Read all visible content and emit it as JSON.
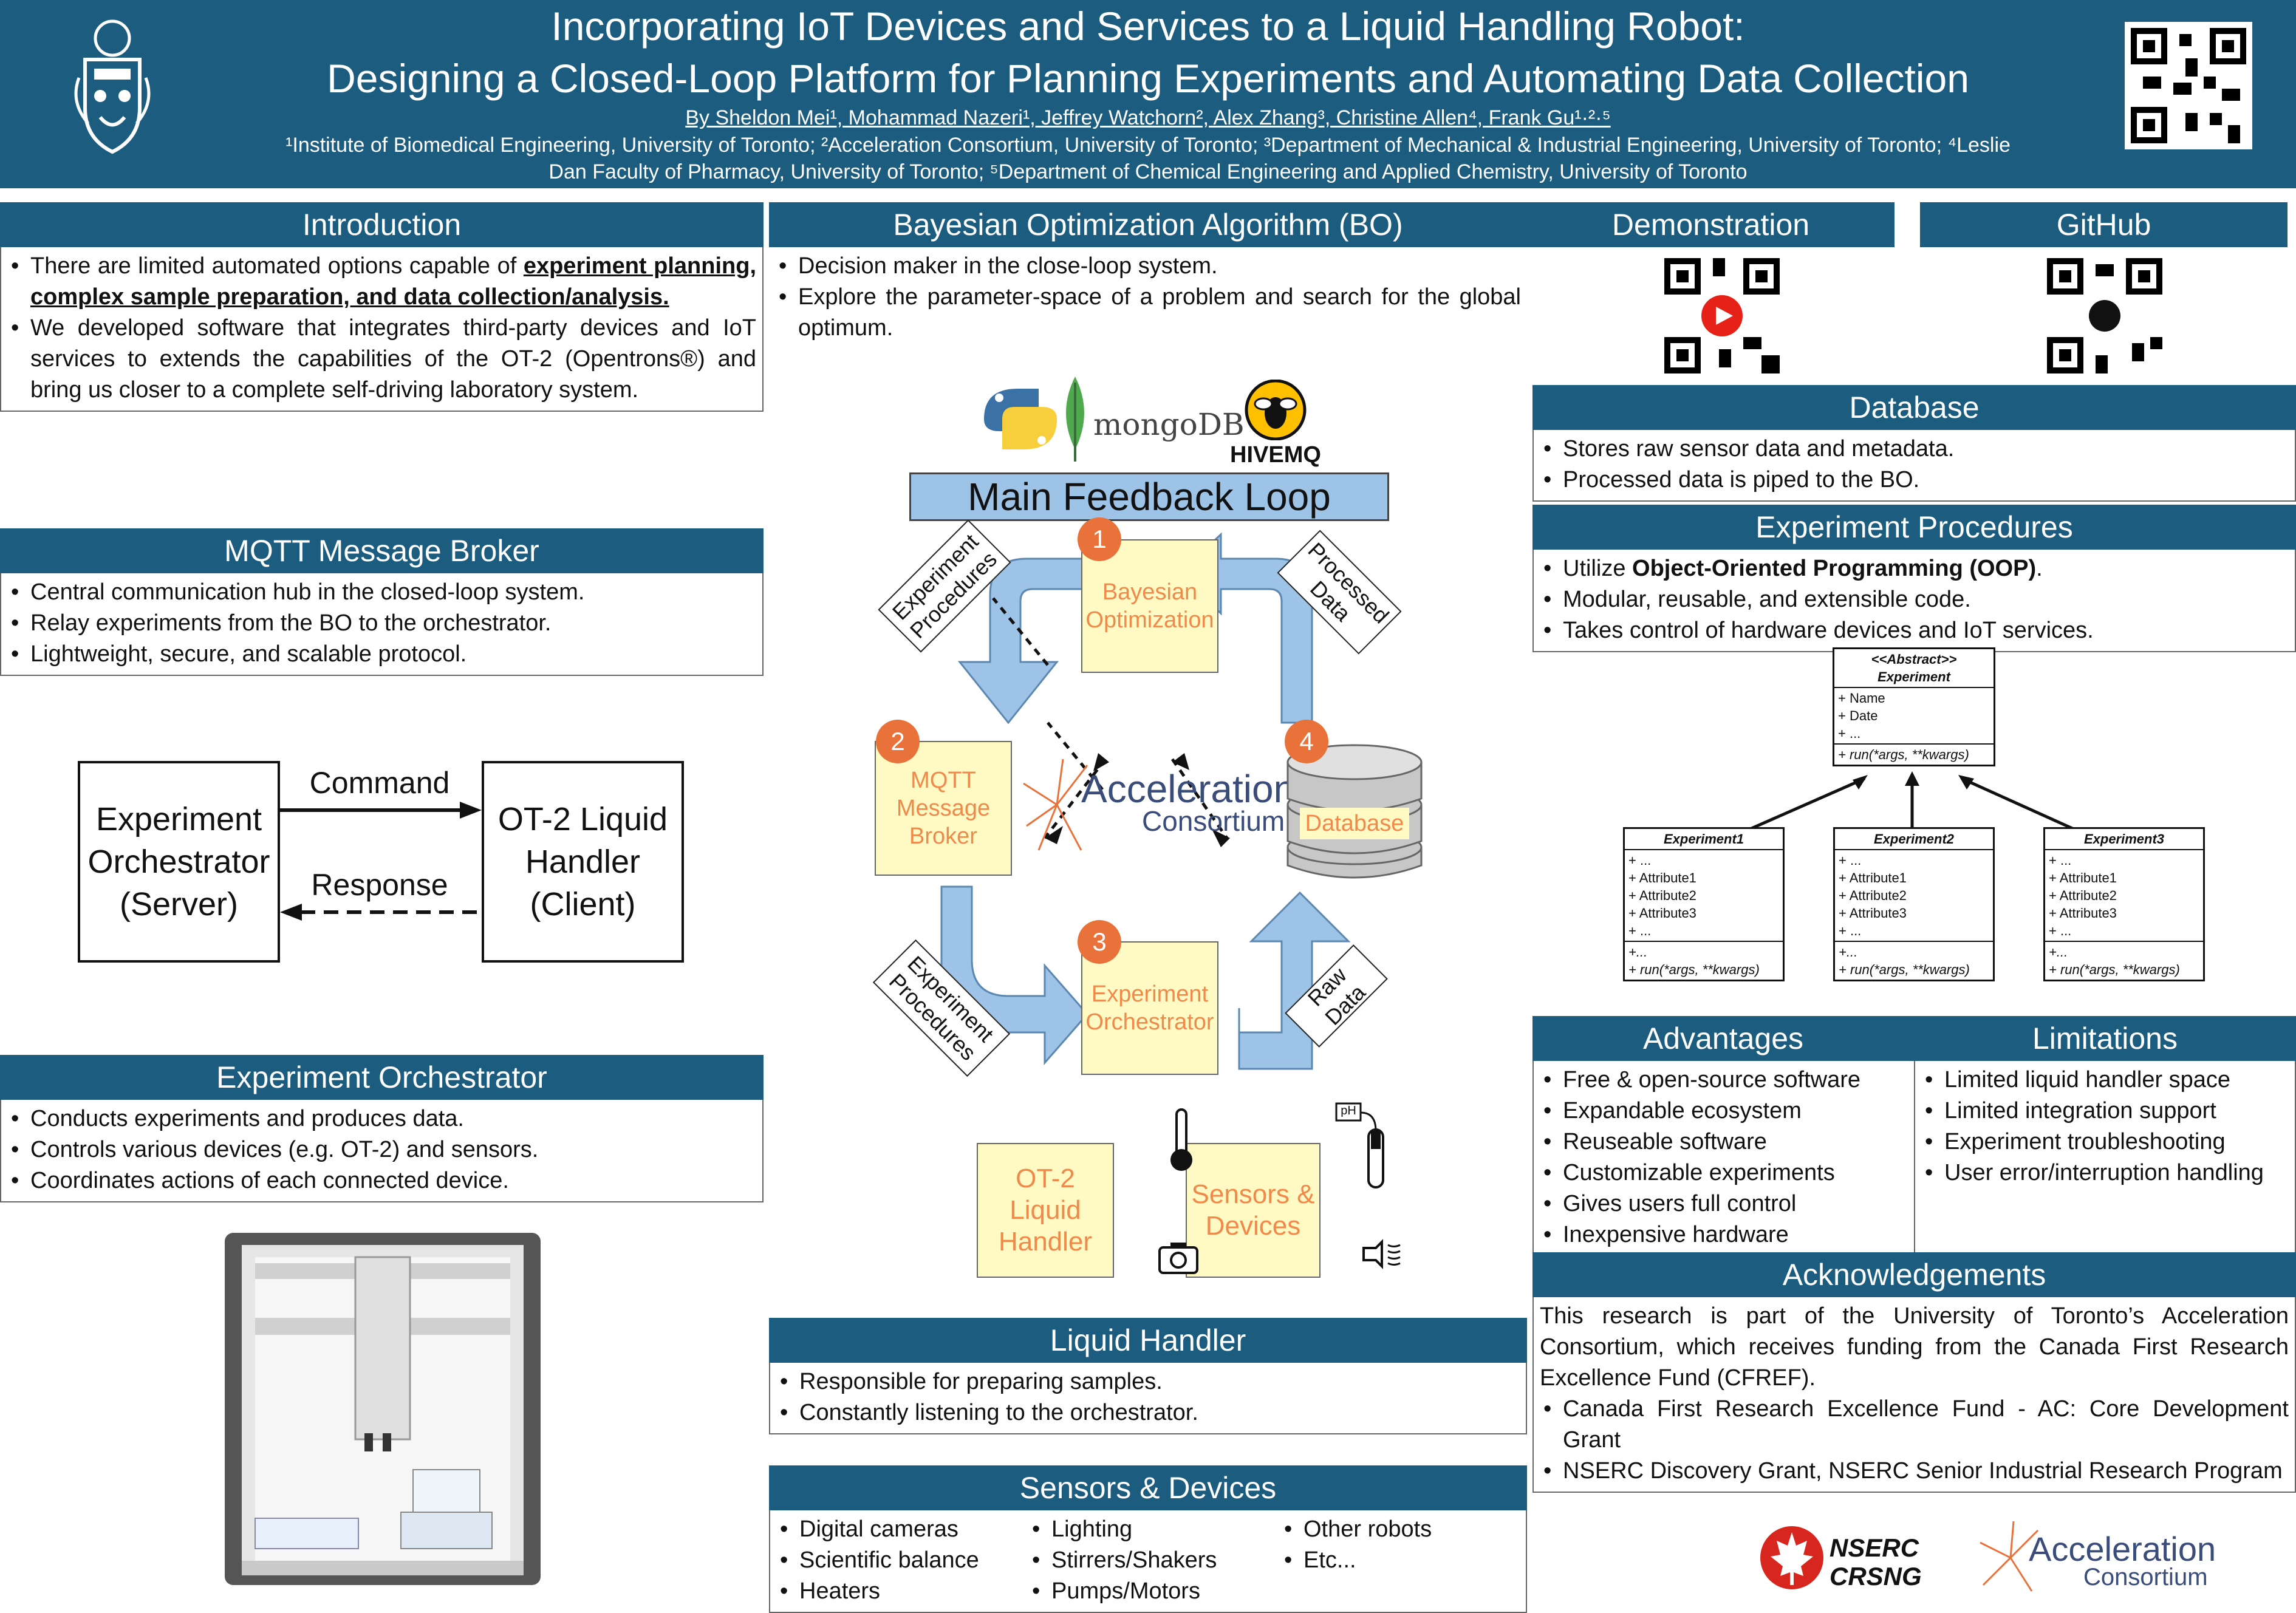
{
  "header": {
    "title_line1": "Incorporating IoT Devices and Services to a Liquid Handling Robot:",
    "title_line2": "Designing a Closed-Loop Platform for Planning Experiments and Automating Data Collection",
    "authors": "By Sheldon Mei¹, Mohammad Nazeri¹, Jeffrey Watchorn², Alex Zhang³, Christine Allen⁴, Frank Gu¹·²·⁵",
    "affil_line1": "¹Institute of Biomedical Engineering, University of Toronto; ²Acceleration Consortium, University of Toronto; ³Department of Mechanical & Industrial Engineering, University of Toronto; ⁴Leslie",
    "affil_line2": "Dan Faculty of Pharmacy, University of Toronto; ⁵Department of Chemical Engineering and Applied Chemistry, University of Toronto"
  },
  "intro": {
    "heading": "Introduction",
    "b1_pre": "There are limited automated options capable of ",
    "b1_bold": "experiment planning, complex sample preparation, and data collection/analysis.",
    "b2": "We developed software that integrates third-party devices and IoT services to extends the capabilities of the OT-2 (Opentrons®) and bring us closer to a complete self-driving laboratory system."
  },
  "mqtt": {
    "heading": "MQTT Message Broker",
    "items": [
      "Central communication hub in the closed-loop system.",
      "Relay experiments from the BO to the orchestrator.",
      "Lightweight, secure, and scalable protocol."
    ]
  },
  "cs": {
    "server": "Experiment Orchestrator (Server)",
    "client": "OT-2 Liquid Handler (Client)",
    "command": "Command",
    "response": "Response"
  },
  "orch": {
    "heading": "Experiment Orchestrator",
    "items": [
      "Conducts experiments and produces data.",
      "Controls various devices (e.g. OT-2) and sensors.",
      "Coordinates actions of each connected device."
    ]
  },
  "bo": {
    "heading": "Bayesian Optimization Algorithm (BO)",
    "items": [
      "Decision maker in the close-loop system.",
      "Explore the parameter-space of a problem and search for the global optimum."
    ]
  },
  "loop": {
    "mongo": "mongoDB",
    "hivemq": "HIVEMQ",
    "title": "Main Feedback Loop",
    "n1": "1",
    "n2": "2",
    "n3": "3",
    "n4": "4",
    "bayes": "Bayesian Optimization",
    "mqtt": "MQTT Message Broker",
    "orch": "Experiment Orchestrator",
    "db": "Database",
    "ot2": "OT-2 Liquid Handler",
    "sensors": "Sensors & Devices",
    "ac_big": "Acceleration",
    "ac_small": "Consortium",
    "exp_proc": "Experiment Procedures",
    "processed": "Processed Data",
    "raw": "Raw Data",
    "ph": "pH"
  },
  "lh": {
    "heading": "Liquid Handler",
    "items": [
      "Responsible for preparing samples.",
      "Constantly listening to the orchestrator."
    ]
  },
  "sd": {
    "heading": "Sensors & Devices",
    "col1": [
      "Digital cameras",
      "Scientific balance",
      "Heaters"
    ],
    "col2": [
      "Lighting",
      "Stirrers/Shakers",
      "Pumps/Motors"
    ],
    "col3": [
      "Other robots",
      "Etc..."
    ]
  },
  "demo": {
    "heading": "Demonstration"
  },
  "github": {
    "heading": "GitHub"
  },
  "db": {
    "heading": "Database",
    "items": [
      "Stores raw sensor data and metadata.",
      "Processed data is piped to the BO."
    ]
  },
  "ep": {
    "heading": "Experiment Procedures",
    "b1_pre": "Utilize ",
    "b1_bold": "Object-Oriented Programming (OOP)",
    "b1_post": ".",
    "items": [
      "Modular, reusable, and extensible code.",
      "Takes control of hardware devices and IoT services."
    ]
  },
  "uml": {
    "abstract_stereo": "<<Abstract>>",
    "abstract_name": "Experiment",
    "abstract_attrs": [
      "+ Name",
      "+ Date",
      "+ ..."
    ],
    "abstract_method": "+ run(*args, **kwargs)",
    "children": [
      "Experiment1",
      "Experiment2",
      "Experiment3"
    ],
    "child_attrs": [
      "+ ...",
      "+ Attribute1",
      "+ Attribute2",
      "+ Attribute3",
      "+ ..."
    ],
    "child_methods": [
      "+...",
      "+ run(*args, **kwargs)"
    ]
  },
  "adv": {
    "heading": "Advantages",
    "items": [
      "Free & open-source software",
      "Expandable ecosystem",
      "Reuseable software",
      "Customizable experiments",
      "Gives users full control",
      "Inexpensive hardware"
    ]
  },
  "lim": {
    "heading": "Limitations",
    "items": [
      "Limited liquid handler space",
      "Limited integration support",
      "Experiment troubleshooting",
      "User error/interruption handling"
    ]
  },
  "ack": {
    "heading": "Acknowledgements",
    "text": "This research is part of the University of Toronto’s Acceleration Consortium, which receives funding from the Canada First Research Excellence Fund (CFREF).",
    "items": [
      "Canada First Research Excellence Fund - AC: Core Development Grant",
      "NSERC Discovery Grant, NSERC Senior Industrial Research Program"
    ]
  },
  "logos": {
    "nserc1": "NSERC",
    "nserc2": "CRSNG",
    "ac_big": "Acceleration",
    "ac_small": "Consortium"
  },
  "colors": {
    "header": "#1b5c7f",
    "box_fill": "#fff9c4",
    "box_text": "#f08a4b",
    "badge": "#e8723a",
    "arrow": "#9dc3e6"
  }
}
